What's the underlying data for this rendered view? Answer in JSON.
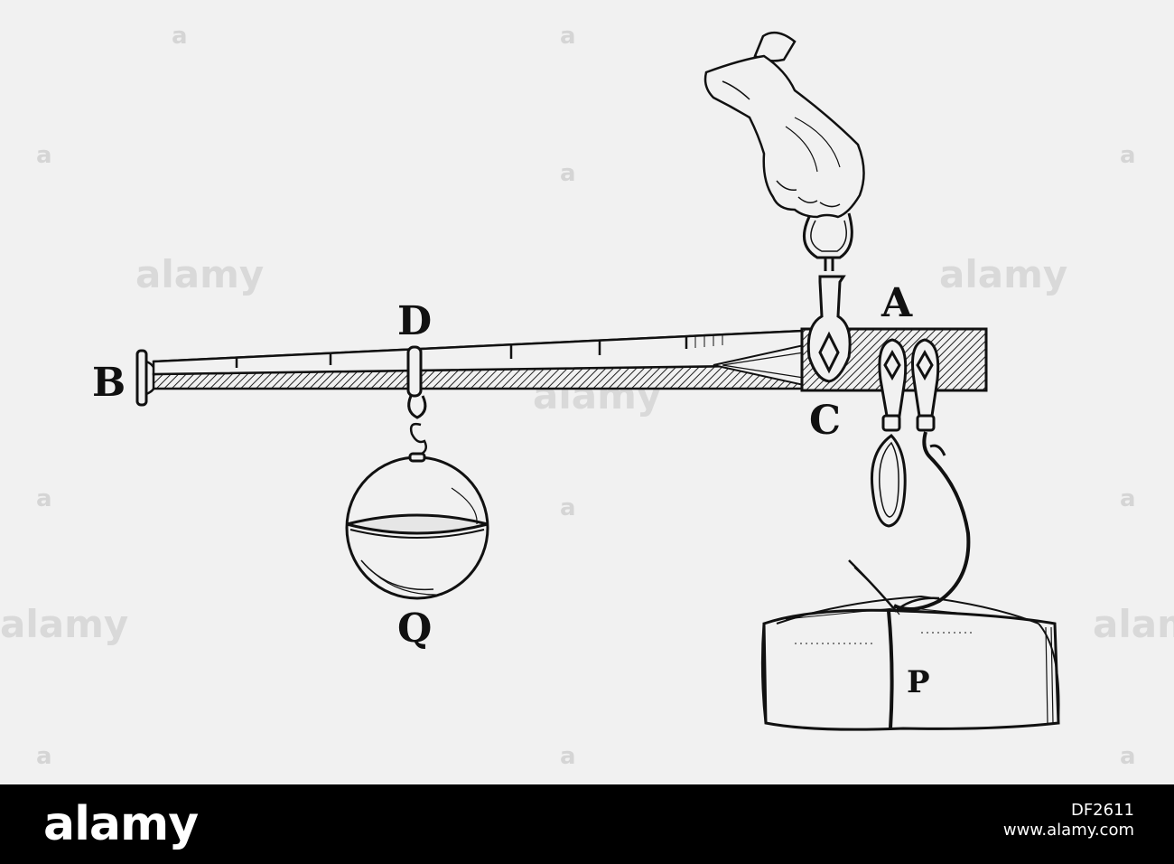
{
  "diagram": {
    "labels": {
      "b": "B",
      "d": "D",
      "a": "A",
      "c": "C",
      "q": "Q",
      "p": "P"
    }
  },
  "watermark": {
    "text": "alamy",
    "mark": "a"
  },
  "footer": {
    "logo": "alamy",
    "image_id": "DF2611",
    "site": "www.alamy.com"
  },
  "colors": {
    "ink": "#111111",
    "paper": "#f1f1f1",
    "footer_bg": "#000000",
    "footer_text": "#ffffff"
  }
}
